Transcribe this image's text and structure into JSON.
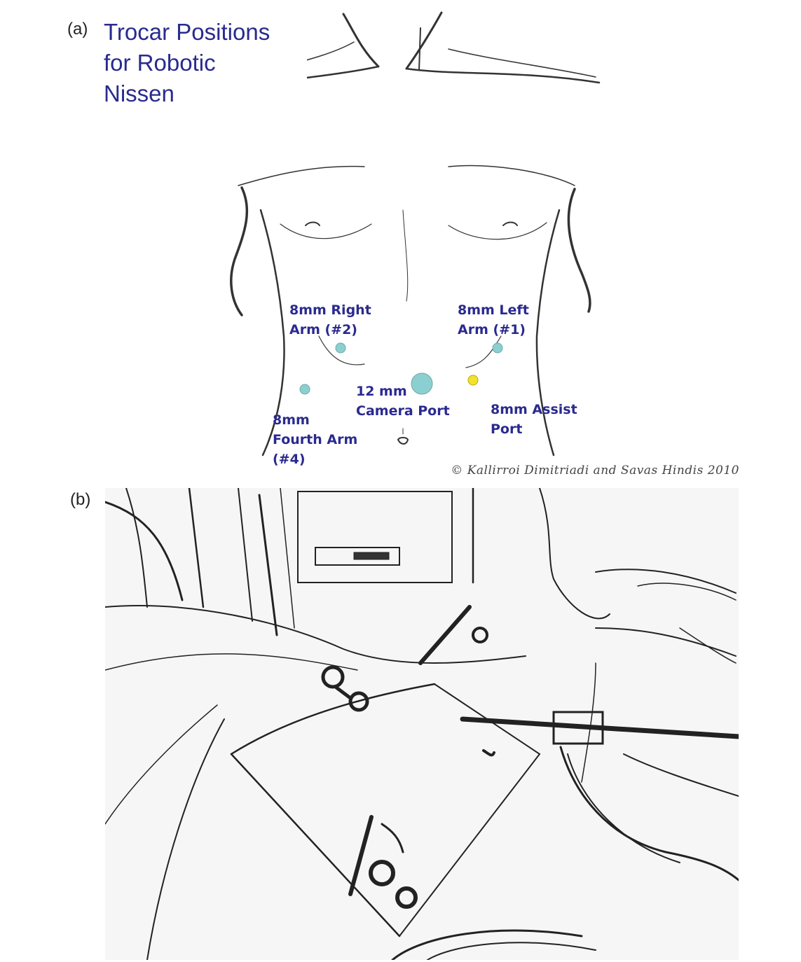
{
  "panel_a": {
    "label": "(a)",
    "title_lines": [
      "Trocar Positions",
      "for Robotic",
      "Nissen"
    ],
    "ports": [
      {
        "name": "8mm Right Arm (#2)",
        "label_lines": [
          "8mm Right",
          "Arm (#2)"
        ],
        "color": "#8ccfd1"
      },
      {
        "name": "8mm Left Arm (#1)",
        "label_lines": [
          "8mm Left",
          "Arm (#1)"
        ],
        "color": "#8ccfd1"
      },
      {
        "name": "12 mm Camera Port",
        "label_lines": [
          "12 mm",
          "Camera Port"
        ],
        "color": "#8ccfd1"
      },
      {
        "name": "8mm Assist Port",
        "label_lines": [
          "8mm Assist",
          "Port"
        ],
        "color": "#f2e22a"
      },
      {
        "name": "8mm Fourth Arm (#4)",
        "label_lines": [
          "8mm",
          "Fourth Arm",
          "(#4)"
        ],
        "color": "#8ccfd1"
      }
    ],
    "copyright": "© Kallirroi Dimitriadi and Savas Hindis 2010"
  },
  "panel_b": {
    "label": "(b)"
  },
  "colors": {
    "title_text": "#2a2a8f",
    "port_blue": "#8ccfd1",
    "port_yellow": "#f2e22a",
    "sketch_line": "#333333"
  }
}
